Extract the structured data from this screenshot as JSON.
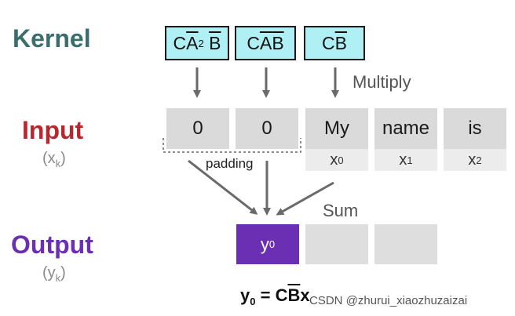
{
  "rows": {
    "kernel_label": "Kernel",
    "input_label": "Input",
    "input_sub": {
      "var": "x",
      "idx": "k"
    },
    "output_label": "Output",
    "output_sub": {
      "var": "y",
      "idx": "k"
    }
  },
  "kernel": [
    {
      "c": "C",
      "a": "A",
      "sup": "2",
      "b": "B"
    },
    {
      "c": "C",
      "a": "A",
      "b": "B"
    },
    {
      "c": "C",
      "b": "B"
    }
  ],
  "multiply_label": "Multiply",
  "inputs": [
    "0",
    "0",
    "My",
    "name",
    "is"
  ],
  "input_indices": [
    {
      "var": "x",
      "idx": "0"
    },
    {
      "var": "x",
      "idx": "1"
    },
    {
      "var": "x",
      "idx": "2"
    }
  ],
  "padding_label": "padding",
  "sum_label": "Sum",
  "output": {
    "var": "y",
    "idx": "0"
  },
  "formula": {
    "lhs": "y",
    "idx": "0",
    "eq": " = ",
    "c": "C",
    "b": "B",
    "x": "x"
  },
  "watermark": "CSDN @zhurui_xiaozhuzaizai",
  "colors": {
    "kernel_label": "#3a6e6e",
    "input_label": "#b5282e",
    "output_label": "#6b2fb3",
    "kernel_fill": "#aef0f4",
    "output_fill": "#6b2fb3",
    "cell_fill": "#dadada",
    "arrow": "#6a6a6a"
  }
}
